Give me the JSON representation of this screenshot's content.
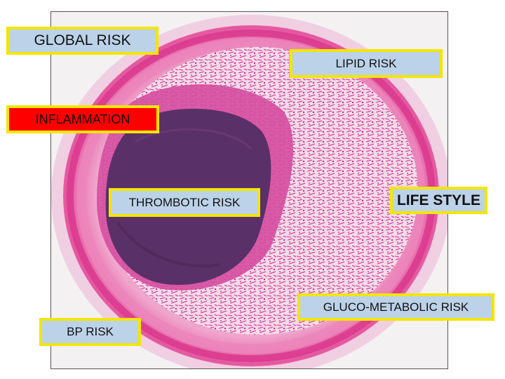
{
  "image": {
    "subject": "stained-tissue-cross-section",
    "colors": {
      "stain_pink": "#e13d93",
      "stain_light": "#f1b8d6",
      "lumen_purple": "#5a3068",
      "background": "#f4f1f2",
      "label_fill": "#bcd2e8",
      "label_border": "#f2e600",
      "alert_fill": "#ff0000"
    }
  },
  "labels": {
    "global_risk": "GLOBAL RISK",
    "lipid_risk": "LIPID RISK",
    "inflammation": "INFLAMMATION",
    "thrombotic_risk": "THROMBOTIC RISK",
    "life_style": "LIFE STYLE",
    "gluco_metabolic_risk": "GLUCO-METABOLIC RISK",
    "bp_risk": "BP RISK"
  }
}
